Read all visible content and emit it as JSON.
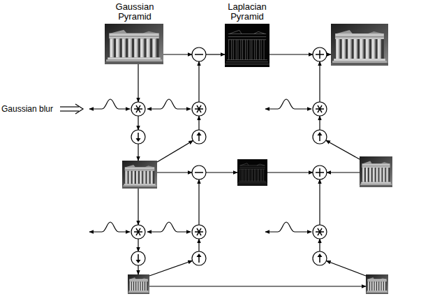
{
  "diagram": {
    "nodes": [
      {
        "text": [
          "Gaussian Pyramid"
        ]
      },
      {
        "text": [
          "Laplacian Pyramid"
        ]
      }
    ],
    "labels": [
      "Gaussian blur"
    ]
  }
}
